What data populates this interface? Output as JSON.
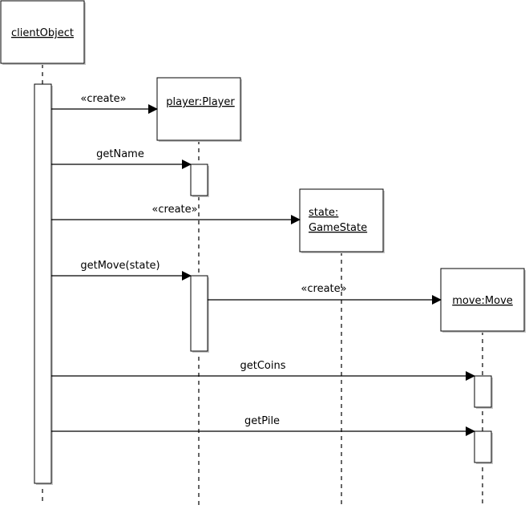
{
  "objects": {
    "client": {
      "name": "clientObject"
    },
    "player": {
      "name": "player:Player"
    },
    "state": {
      "line1": "state:",
      "line2": "GameState"
    },
    "move": {
      "name": "move:Move"
    }
  },
  "messages": [
    {
      "label": "«create»"
    },
    {
      "label": "getName"
    },
    {
      "label": "«create»"
    },
    {
      "label": "getMove(state)"
    },
    {
      "label": "«create»"
    },
    {
      "label": "getCoins"
    },
    {
      "label": "getPile"
    }
  ]
}
